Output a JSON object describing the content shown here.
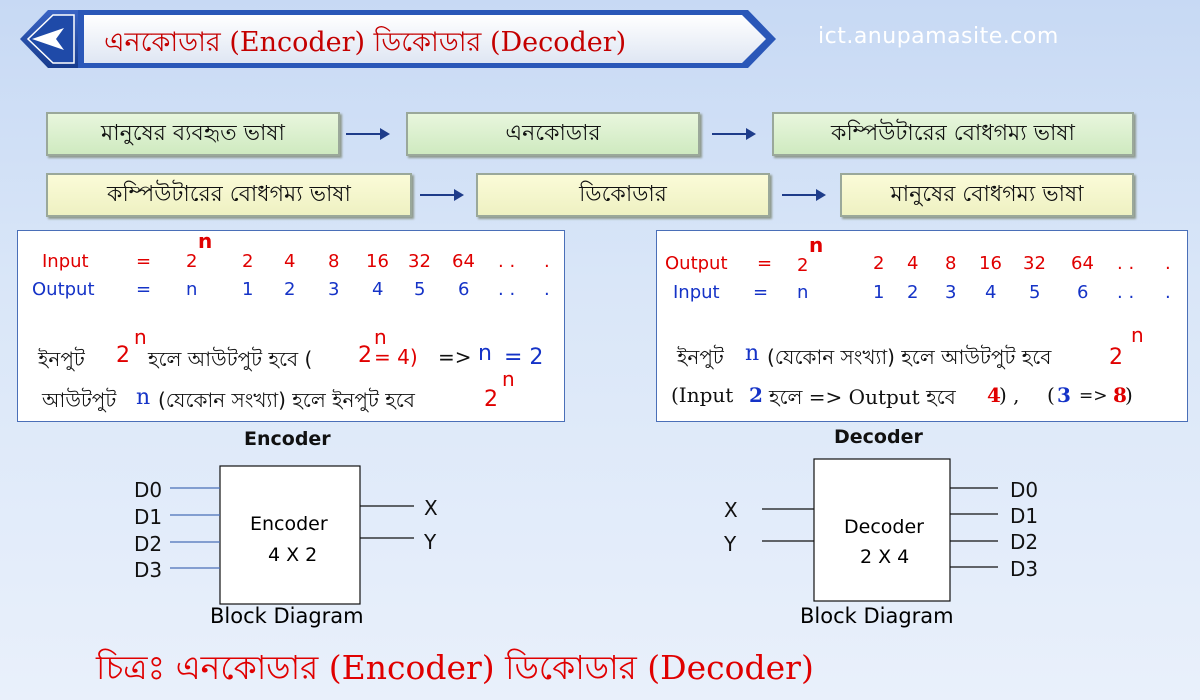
{
  "header": {
    "title": "এনকোডার (Encoder) ডিকোডার (Decoder)",
    "site": "ict.anupamasite.com"
  },
  "flow": {
    "row1": [
      "মানুষের ব্যবহৃত ভাষা",
      "এনকোডার",
      "কম্পিউটারের বোধগম্য ভাষা"
    ],
    "row2": [
      "কম্পিউটারের বোধগম্য ভাষা",
      "ডিকোডার",
      "মানুষের বোধগম্য ভাষা"
    ]
  },
  "encoder_panel": {
    "input_label": "Input",
    "output_label": "Output",
    "eq": "=",
    "input_values": [
      "2",
      "2",
      "4",
      "8",
      "16",
      "32",
      "64",
      ". .",
      "."
    ],
    "output_values": [
      "n",
      "1",
      "2",
      "3",
      "4",
      "5",
      "6",
      ". .",
      "."
    ],
    "sup_n": "n",
    "line1_a": "ইনপুট",
    "line1_b": "2",
    "line1_c": "হলে আউটপুট হবে (",
    "line1_d": "2",
    "line1_e": "= 4)",
    "line1_f": "=>",
    "line1_g": "n",
    "line1_h": "= 2",
    "line2_a": "আউটপুট",
    "line2_b": "n",
    "line2_c": "(যেকোন সংখ্যা) হলে ইনপুট হবে",
    "line2_d": "2"
  },
  "decoder_panel": {
    "output_label": "Output",
    "input_label": "Input",
    "eq": "=",
    "output_values": [
      "2",
      "2",
      "4",
      "8",
      "16",
      "32",
      "64",
      ". .",
      "."
    ],
    "input_values": [
      "n",
      "1",
      "2",
      "3",
      "4",
      "5",
      "6",
      ". .",
      "."
    ],
    "sup_n": "n",
    "line1_a": "ইনপুট",
    "line1_b": "n",
    "line1_c": "(যেকোন সংখ্যা) হলে আউটপুট হবে",
    "line1_d": "2",
    "line2_a": "(Input",
    "line2_b": "2",
    "line2_c": "হলে => Output হবে",
    "line2_d": "4",
    "line2_e": ") ,",
    "line2_f": "(",
    "line2_g": "3",
    "line2_h": "=>",
    "line2_i": "8",
    "line2_j": ")"
  },
  "encoder_diagram": {
    "title": "Encoder",
    "box_line1": "Encoder",
    "box_line2": "4 X 2",
    "inputs": [
      "D0",
      "D1",
      "D2",
      "D3"
    ],
    "outputs": [
      "X",
      "Y"
    ],
    "caption": "Block Diagram"
  },
  "decoder_diagram": {
    "title": "Decoder",
    "box_line1": "Decoder",
    "box_line2": "2 X 4",
    "inputs": [
      "X",
      "Y"
    ],
    "outputs": [
      "D0",
      "D1",
      "D2",
      "D3"
    ],
    "caption": "Block Diagram"
  },
  "caption": "চিত্রঃ এনকোডার (Encoder) ডিকোডার (Decoder)",
  "colors": {
    "accent_red": "#e00000",
    "accent_blue": "#1533c7",
    "banner_blue": "#1f4aa8"
  }
}
